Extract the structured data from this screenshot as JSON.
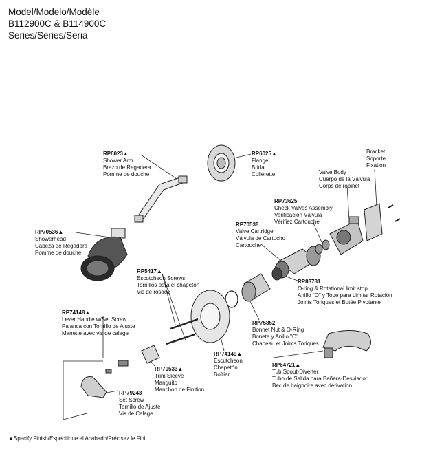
{
  "header": {
    "line1": "Model/Modelo/Modèle",
    "line2": "B112900C & B114900C",
    "line3": "Series/Series/Seria"
  },
  "parts": {
    "shower_arm": {
      "pn": "RP6023▲",
      "lines": [
        "Shower Arm",
        "Brazo de Regadera",
        "Pomme de douche"
      ]
    },
    "flange": {
      "pn": "RP6025▲",
      "lines": [
        "Flange",
        "Brida",
        "Collerette"
      ]
    },
    "bracket": {
      "lines": [
        "Bracket",
        "Soporte",
        "Fixation"
      ]
    },
    "valve_body": {
      "lines": [
        "Valve Body",
        "Cuerpo de la Válvula",
        "Corps de robinet"
      ]
    },
    "check_valves": {
      "pn": "RP73625",
      "lines": [
        "Check Valves Assembly",
        "Verificación Válvula",
        "Vérifiez Cartouche"
      ]
    },
    "valve_cartridge": {
      "pn": "RP70538",
      "lines": [
        "Valve Cartridge",
        "Válvula de Cartucho",
        "Cartouche"
      ]
    },
    "showerhead": {
      "pn": "RP70536▲",
      "lines": [
        "Showerhead",
        "Cabeza de Regadera",
        "Pomme de douche"
      ]
    },
    "oring": {
      "pn": "RP83781",
      "lines": [
        "O-ring & Rotational limit stop",
        "Anillo \"O\"  y Tope para Limitar Rotación",
        "Joints Toriques et Butée Pivotante"
      ]
    },
    "escutcheon_screws": {
      "pn": "RP5417▲",
      "lines": [
        "Escutcheon Screws",
        "Tornillos para el chapetón",
        "Vis de rosace"
      ]
    },
    "lever_handle": {
      "pn": "RP74148▲",
      "lines": [
        "Lever Handle w/Set Screw",
        "Palanca con Tornillo de Ajuste",
        "Manette avec vis de calage"
      ]
    },
    "bonnet_nut": {
      "pn": "RP75852",
      "lines": [
        "Bonnet Nut & O-Ring",
        "Bonete y Anillo \"O\"",
        "Chapeau et Joints Toriques"
      ]
    },
    "escutcheon": {
      "pn": "RP74149▲",
      "lines": [
        "Escutcheon",
        "Chapetón",
        "Boîtier"
      ]
    },
    "tub_spout": {
      "pn": "RP64721▲",
      "lines": [
        "Tub Spout-Diverter",
        "Tubo de Salida para Bañera-Desviador",
        "Bec de baignoire avec dérivation"
      ]
    },
    "trim_sleeve": {
      "pn": "RP70533▲",
      "lines": [
        "Trim Sleeve",
        "Manguito",
        "Manchon de Finition"
      ]
    },
    "set_screw": {
      "pn": "RP79243",
      "lines": [
        "Set Screw",
        "Tornillo de Ajuste",
        "Vis de Calage"
      ]
    }
  },
  "footer": "▲Specify Finish/Especifique el Acabado/Précisez le Fini"
}
